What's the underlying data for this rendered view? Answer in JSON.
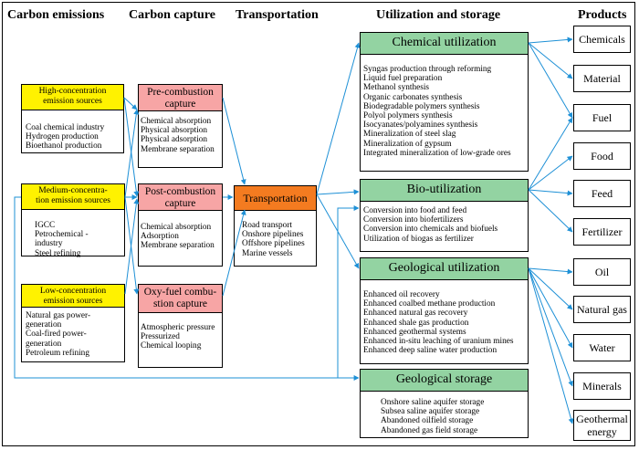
{
  "headers": {
    "emissions": "Carbon emissions",
    "capture": "Carbon capture",
    "transport": "Transportation",
    "utilization": "Utilization and storage",
    "products": "Products"
  },
  "sources": [
    {
      "title": "High-concentration\nemission sources",
      "items": "Coal chemical industry\nHydrogen production\nBioethanol production"
    },
    {
      "title": "Medium-concentra-\ntion emission sources",
      "items": "IGCC\nPetrochemical -\nindustry\nSteel refining"
    },
    {
      "title": "Low-concentration\nemission sources",
      "items": "Natural gas power-\ngeneration\nCoal-fired power-\ngeneration\nPetroleum refining"
    }
  ],
  "capture": [
    {
      "title": "Pre-combustion\ncapture",
      "items": "Chemical absorption\nPhysical absorption\nPhysical adsorption\nMembrane separation"
    },
    {
      "title": "Post-combustion\ncapture",
      "items": "Chemical absorption\nAdsorption\nMembrane separation"
    },
    {
      "title": "Oxy-fuel combu-\nstion capture",
      "items": "Atmospheric pressure\nPressurized\nChemical looping"
    }
  ],
  "transport": {
    "title": "Transportation",
    "items": "Road transport\nOnshore pipelines\nOffshore pipelines\nMarine vessels"
  },
  "utilization": [
    {
      "title": "Chemical utilization",
      "items": "Syngas production through reforming\nLiquid fuel preparation\nMethanol synthesis\nOrganic carbonates synthesis\nBiodegradable polymers synthesis\nPolyol polymers synthesis\nIsocyanates/polyamines synthesis\nMineralization of steel slag\nMineralization of gypsum\nIntegrated mineralization of low-grade ores"
    },
    {
      "title": "Bio-utilization",
      "items": "Conversion into food and feed\nConversion into biofertilizers\nConversion into chemicals and biofuels\nUtilization of biogas as fertilizer"
    },
    {
      "title": "Geological utilization",
      "items": "Enhanced oil recovery\nEnhanced coalbed methane production\nEnhanced natural gas recovery\nEnhanced shale gas production\nEnhanced geothermal systems\nEnhanced in-situ leaching of uranium mines\nEnhanced deep saline water production"
    },
    {
      "title": "Geological storage",
      "items": "Onshore saline aquifer storage\nSubsea saline aquifer storage\nAbandoned oilfield storage\nAbandoned gas field storage"
    }
  ],
  "products": [
    "Chemicals",
    "Material",
    "Fuel",
    "Food",
    "Feed",
    "Fertilizer",
    "Oil",
    "Natural gas",
    "Water",
    "Minerals",
    "Geothermal\nenergy"
  ],
  "colors": {
    "emission": "#fff200",
    "capture": "#f7a5a5",
    "transport": "#f47b20",
    "utilization": "#93d3a2",
    "arrow": "#1e90d6"
  }
}
